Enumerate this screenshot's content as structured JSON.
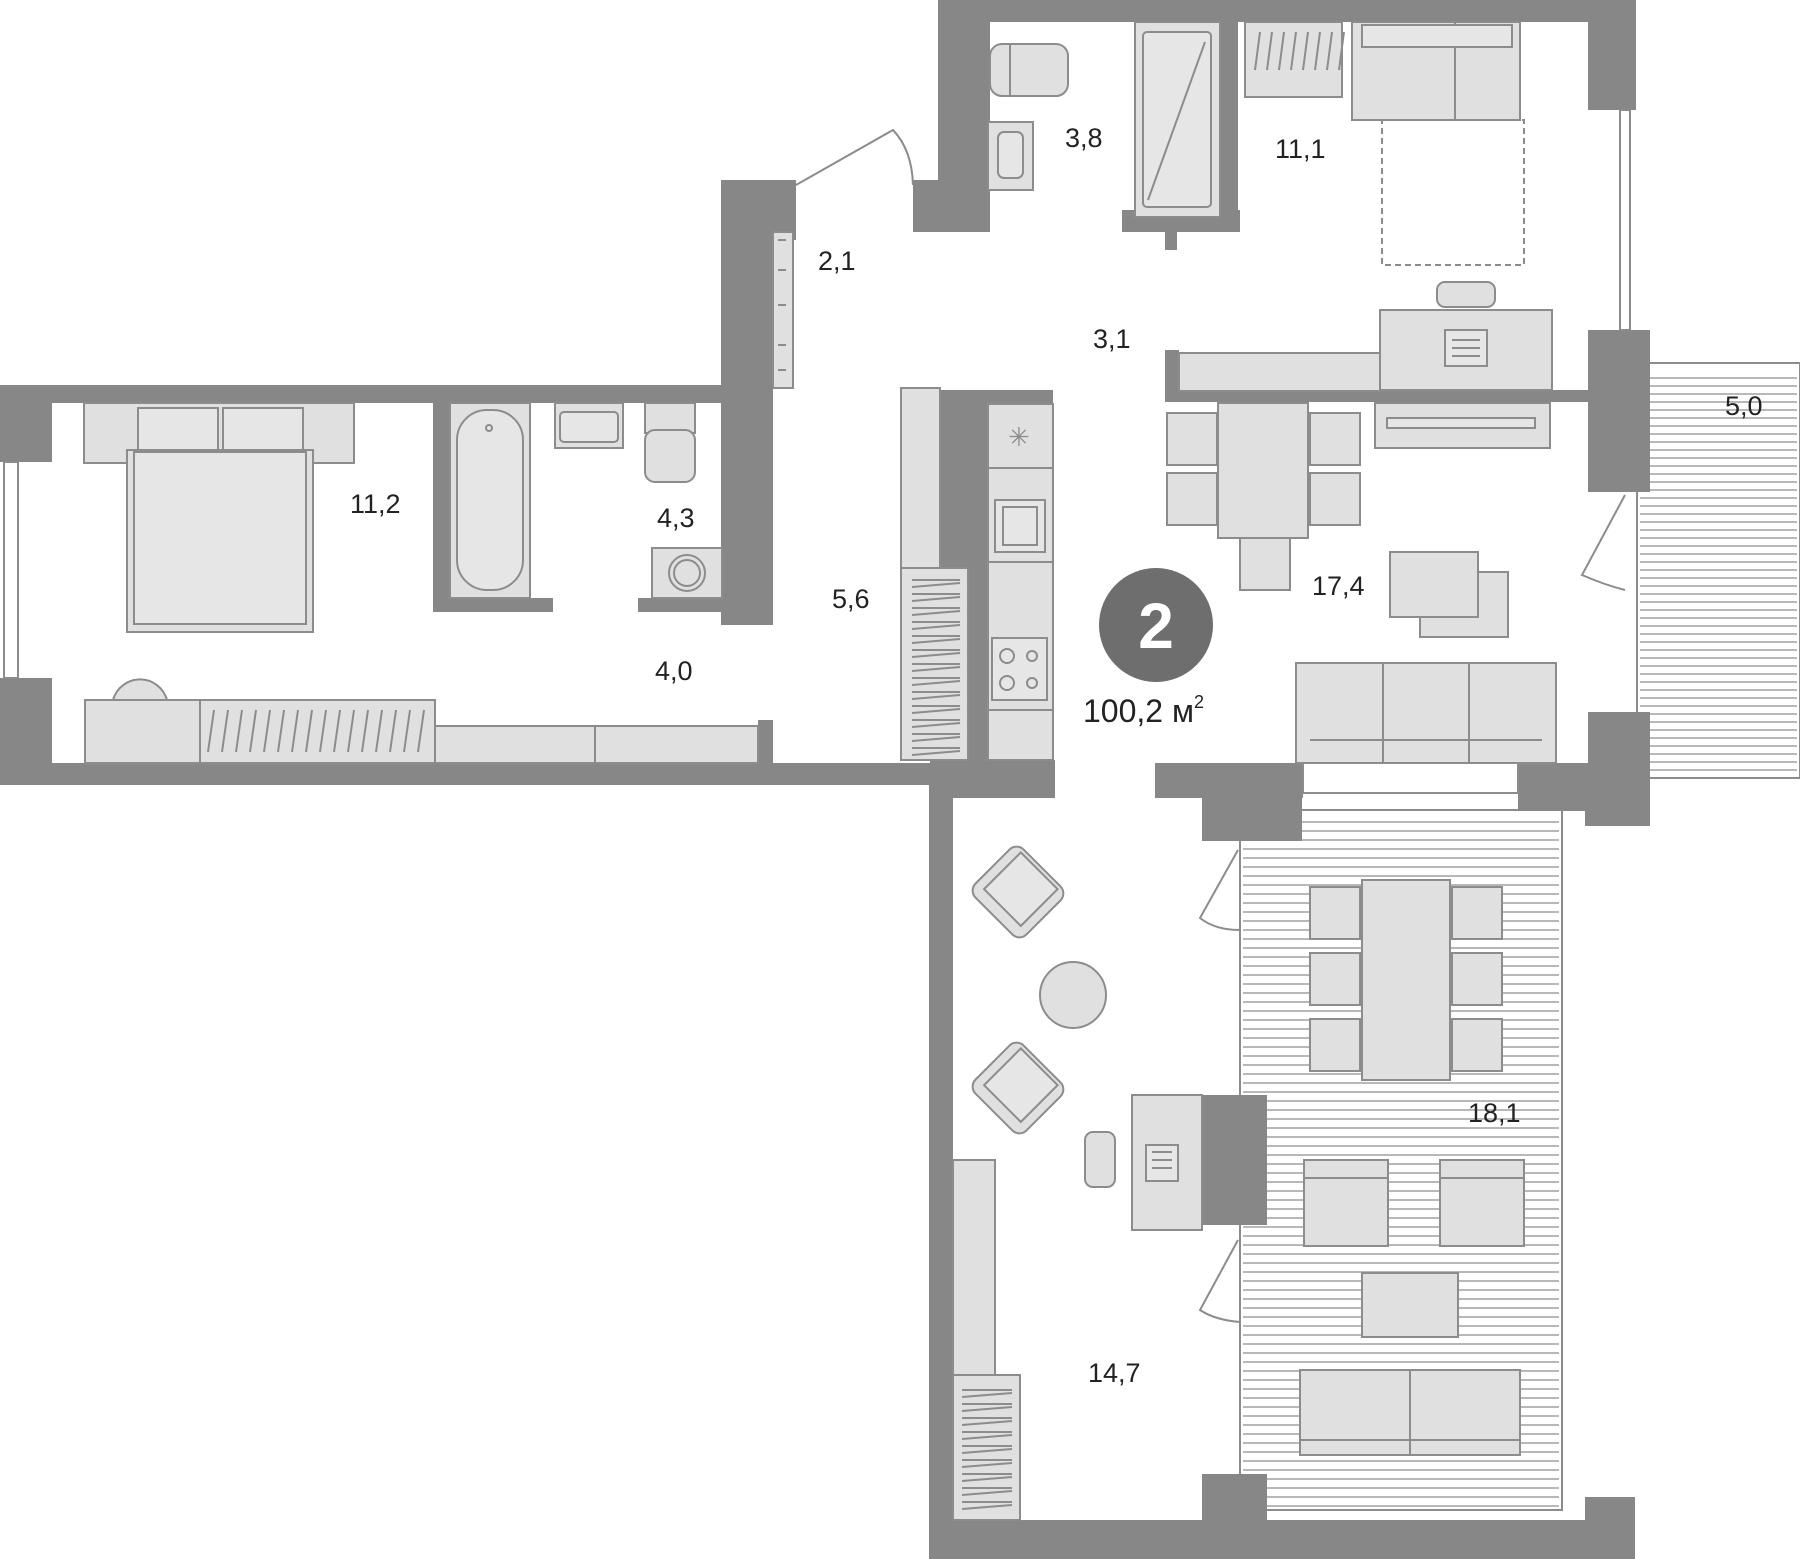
{
  "plan": {
    "rooms_count": "2",
    "total_area": "100,2",
    "total_unit": "м",
    "total_unit_sup": "2"
  },
  "rooms": [
    {
      "id": "bathroom-top",
      "area": "3,8"
    },
    {
      "id": "bedroom-top",
      "area": "11,1"
    },
    {
      "id": "entry",
      "area": "2,1"
    },
    {
      "id": "hall-top",
      "area": "3,1"
    },
    {
      "id": "balcony-right",
      "area": "5,0"
    },
    {
      "id": "bedroom-left",
      "area": "11,2"
    },
    {
      "id": "bathroom-left",
      "area": "4,3"
    },
    {
      "id": "corridor",
      "area": "5,6"
    },
    {
      "id": "kitchen-living",
      "area": "17,4"
    },
    {
      "id": "hall-left",
      "area": "4,0"
    },
    {
      "id": "terrace",
      "area": "18,1"
    },
    {
      "id": "living-bottom",
      "area": "14,7"
    }
  ],
  "colors": {
    "wall": "#878787",
    "furniture": "#e0e0e0",
    "badge": "#6e6e6e"
  }
}
